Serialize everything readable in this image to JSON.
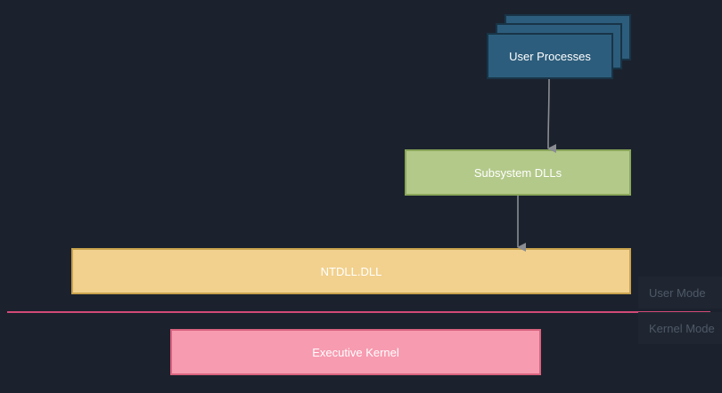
{
  "diagram": {
    "user_processes": "User Processes",
    "subsystem_dlls": "Subsystem DLLs",
    "ntdll": "NTDLL.DLL",
    "executive_kernel": "Executive Kernel",
    "user_mode": "User Mode",
    "kernel_mode": "Kernel Mode"
  }
}
